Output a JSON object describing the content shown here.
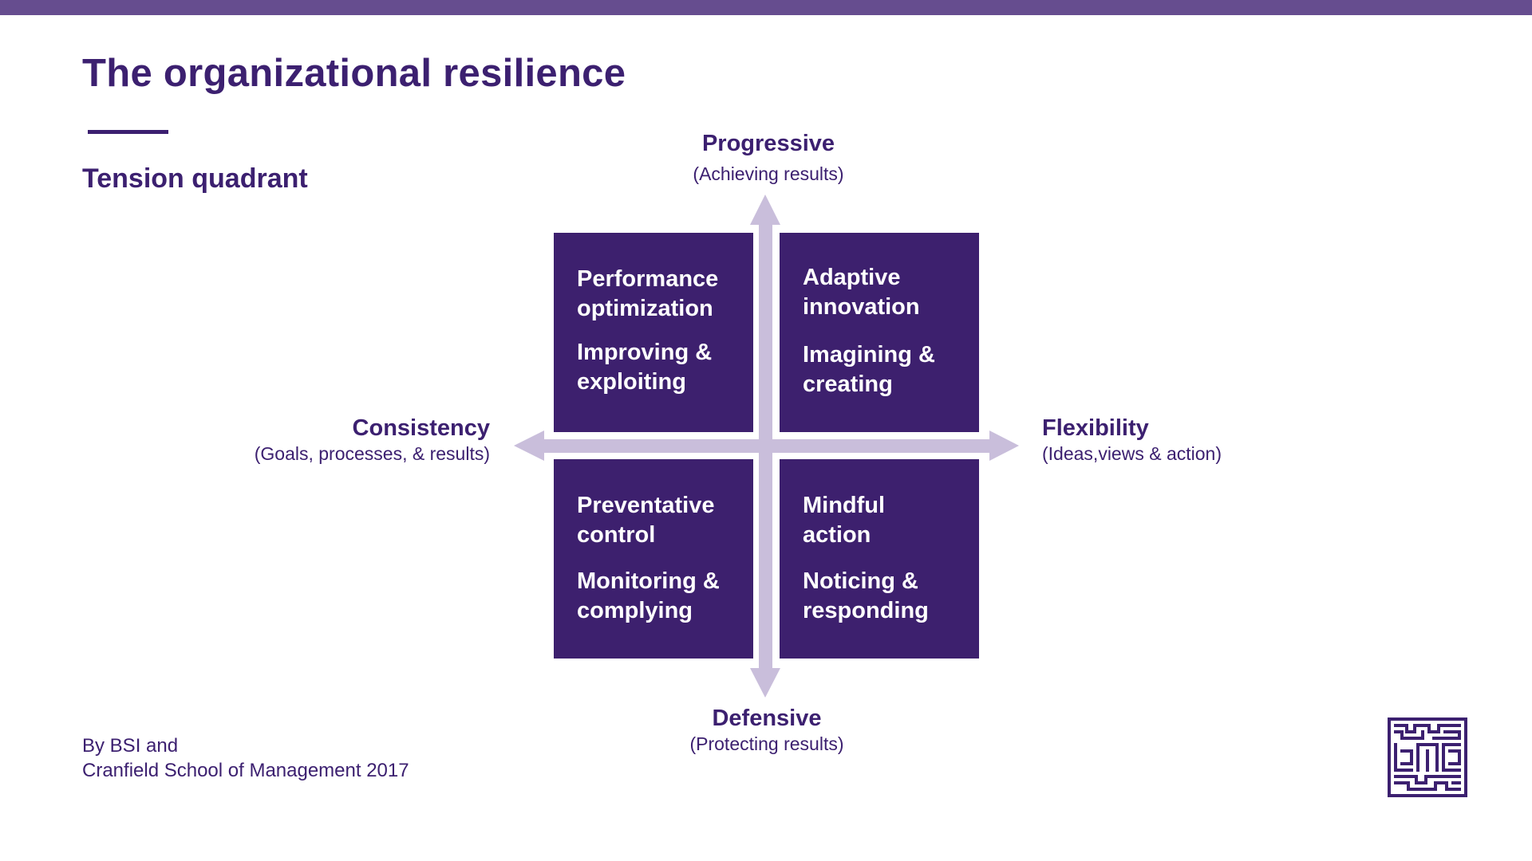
{
  "title": "The organizational resilience",
  "subtitle": "Tension quadrant",
  "axes": {
    "top": {
      "label": "Progressive",
      "sub": "(Achieving results)"
    },
    "bottom": {
      "label": "Defensive",
      "sub": "(Protecting results)"
    },
    "left": {
      "label": "Consistency",
      "sub": "(Goals, processes, & results)"
    },
    "right": {
      "label": "Flexibility",
      "sub": "(Ideas,views & action)"
    }
  },
  "quadrants": {
    "top_left": {
      "name_line1": "Performance",
      "name_line2": "optimization",
      "desc_line1": "Improving &",
      "desc_line2": "exploiting"
    },
    "top_right": {
      "name_line1": "Adaptive",
      "name_line2": "innovation",
      "desc_line1": "Imagining &",
      "desc_line2": "creating"
    },
    "bottom_left": {
      "name_line1": "Preventative",
      "name_line2": "control",
      "desc_line1": "Monitoring &",
      "desc_line2": "complying"
    },
    "bottom_right": {
      "name_line1": "Mindful",
      "name_line2": "action",
      "desc_line1": "Noticing &",
      "desc_line2": "responding"
    }
  },
  "credit": {
    "line1": "By BSI and",
    "line2": "Cranfield School of Management 2017"
  },
  "colors": {
    "primary": "#3c2070",
    "quadrant": "#3d206e",
    "axis": "#c9bedb",
    "top_bar": "#664d8f"
  },
  "logo_icon": "maze-logo-icon"
}
